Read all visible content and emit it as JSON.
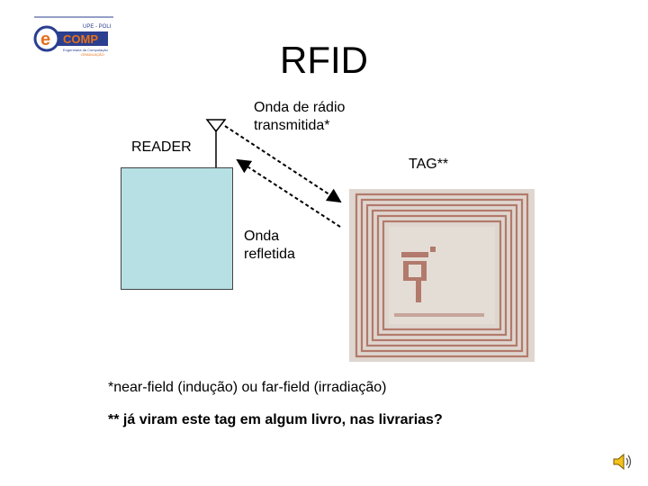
{
  "logo": {
    "top_text": "UPE - POLI",
    "brand_left": "e",
    "brand_right": "COMP",
    "sub_text": "Engenharia da Computação",
    "sub_text2": "GRADUAÇÃO"
  },
  "title": "RFID",
  "labels": {
    "reader": "READER",
    "tag": "TAG**",
    "wave_tx_line1": "Onda de rádio",
    "wave_tx_line2": "transmitida*",
    "wave_rx_line1": "Onda",
    "wave_rx_line2": "refletida"
  },
  "notes": {
    "line1": "*near-field (indução) ou far-field (irradiação)",
    "line2": "** já viram este tag em algum livro, nas livrarias?"
  },
  "colors": {
    "reader_fill": "#b7e0e4",
    "tag_bg": "#ded6cf",
    "coil": "#b27a6c",
    "logo_blue": "#2a3f8f",
    "logo_orange": "#e8701a"
  },
  "icons": {
    "speaker": "speaker-icon",
    "antenna": "antenna-icon"
  }
}
